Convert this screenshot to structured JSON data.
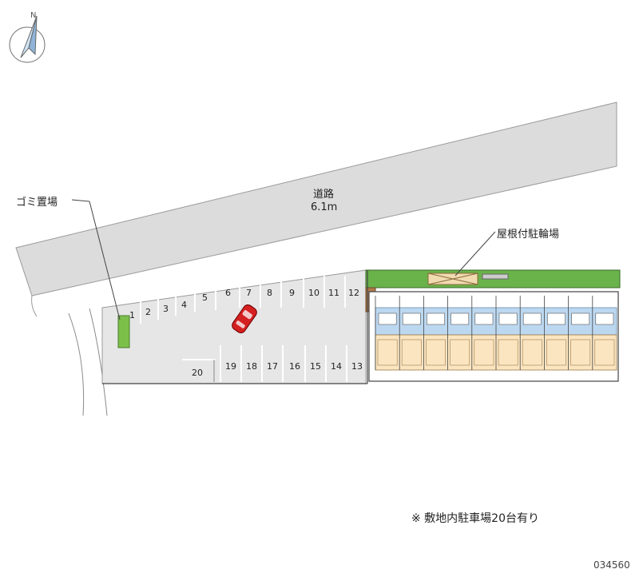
{
  "road": {
    "name": "道路",
    "width": "6.1m"
  },
  "labels": {
    "garbage": "ゴミ置場",
    "bicycle": "屋根付駐輪場"
  },
  "parking": {
    "top_row": [
      "1",
      "2",
      "3",
      "4",
      "5",
      "6",
      "7",
      "8",
      "9",
      "10",
      "11",
      "12"
    ],
    "bottom_row": [
      "20",
      "19",
      "18",
      "17",
      "16",
      "15",
      "14",
      "13"
    ]
  },
  "building": {
    "unit_count": 10
  },
  "note": "※ 敷地内駐車場20台有り",
  "map_code": "034560",
  "colors": {
    "road": "#dcdcdc",
    "lot": "#e6e6e6",
    "greenery": "#6ab24a",
    "unit_fill": "#fbe5c0",
    "balcony": "#bcd8f0",
    "car": "#d42020"
  }
}
